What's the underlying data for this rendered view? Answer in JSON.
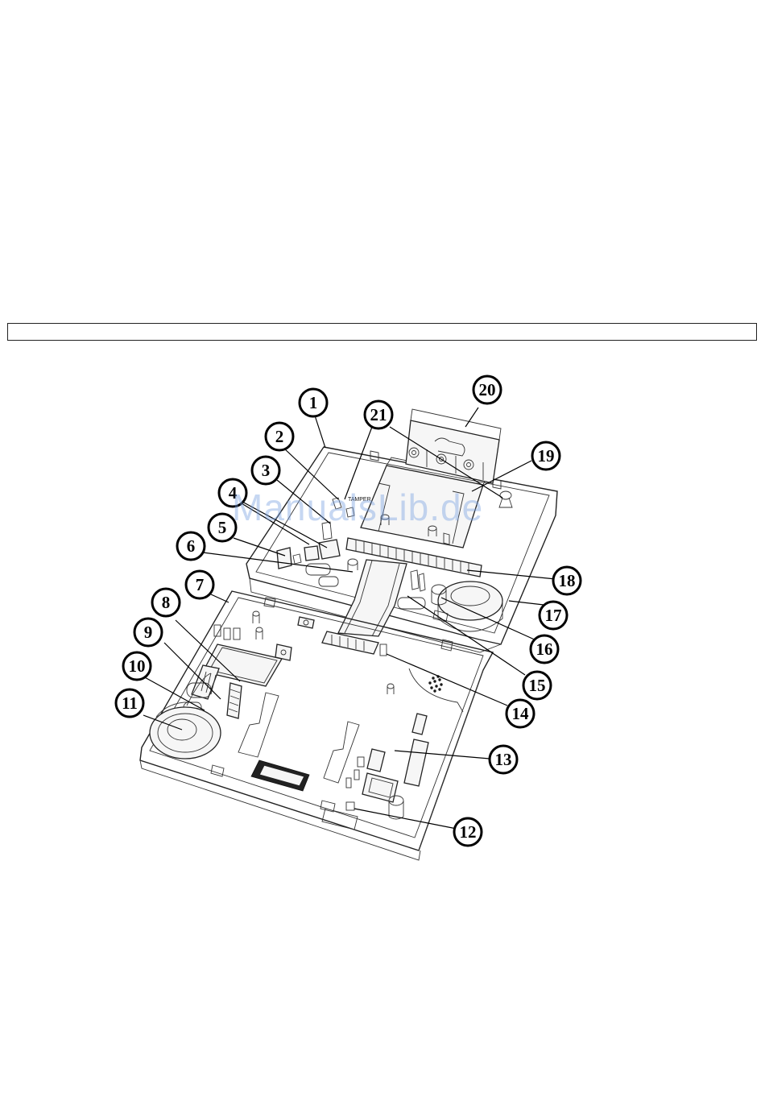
{
  "watermark": "ManualsLib.de",
  "board_label": "TAMPER",
  "callouts": [
    "1",
    "2",
    "3",
    "4",
    "5",
    "6",
    "7",
    "8",
    "9",
    "10",
    "11",
    "12",
    "13",
    "14",
    "15",
    "16",
    "17",
    "18",
    "19",
    "20",
    "21"
  ]
}
